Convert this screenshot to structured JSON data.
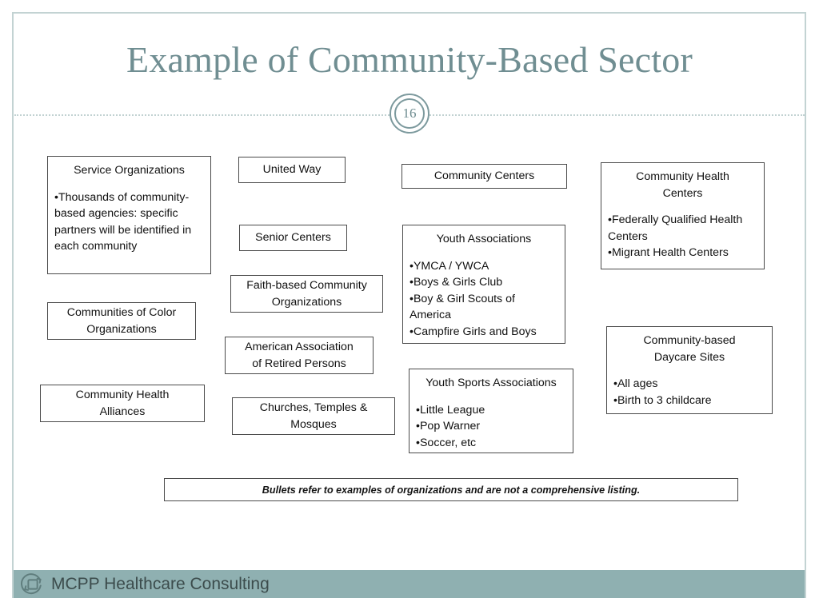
{
  "slide": {
    "title": "Example of Community-Based Sector",
    "page_number": "16",
    "accent_color": "#708e92",
    "frame_color": "#c3d3d3",
    "footer_bar_color": "#8fb0b1"
  },
  "boxes": {
    "service_organizations": {
      "title": "Service Organizations",
      "body": "Thousands of community-based agencies: specific partners will be identified in each community"
    },
    "communities_of_color": {
      "title": "Communities of Color\nOrganizations"
    },
    "community_health_alliances": {
      "title": "Community Health\nAlliances"
    },
    "united_way": {
      "title": "United Way"
    },
    "senior_centers": {
      "title": "Senior Centers"
    },
    "faith_based": {
      "title": "Faith-based Community\nOrganizations"
    },
    "aarp": {
      "title": "American Association\nof Retired Persons"
    },
    "churches": {
      "title": "Churches, Temples &\nMosques"
    },
    "community_centers": {
      "title": "Community Centers"
    },
    "youth_associations": {
      "title": "Youth Associations",
      "bullets": [
        "YMCA / YWCA",
        "Boys & Girls Club",
        "Boy & Girl Scouts of America",
        "Campfire Girls and Boys"
      ]
    },
    "youth_sports": {
      "title": "Youth Sports Associations",
      "bullets": [
        "Little League",
        "Pop Warner",
        "Soccer, etc"
      ]
    },
    "community_health_centers": {
      "title": "Community Health\nCenters",
      "bullets": [
        "Federally Qualified Health Centers",
        "Migrant Health Centers"
      ]
    },
    "daycare_sites": {
      "title": "Community-based\nDaycare Sites",
      "bullets": [
        "All ages",
        "Birth to 3 childcare"
      ]
    }
  },
  "footnote": {
    "text": "Bullets refer to examples of organizations and are not a comprehensive listing."
  },
  "footer": {
    "brand": "MCPP Healthcare Consulting",
    "logo_icon": "circular-arrow-square-logo"
  }
}
